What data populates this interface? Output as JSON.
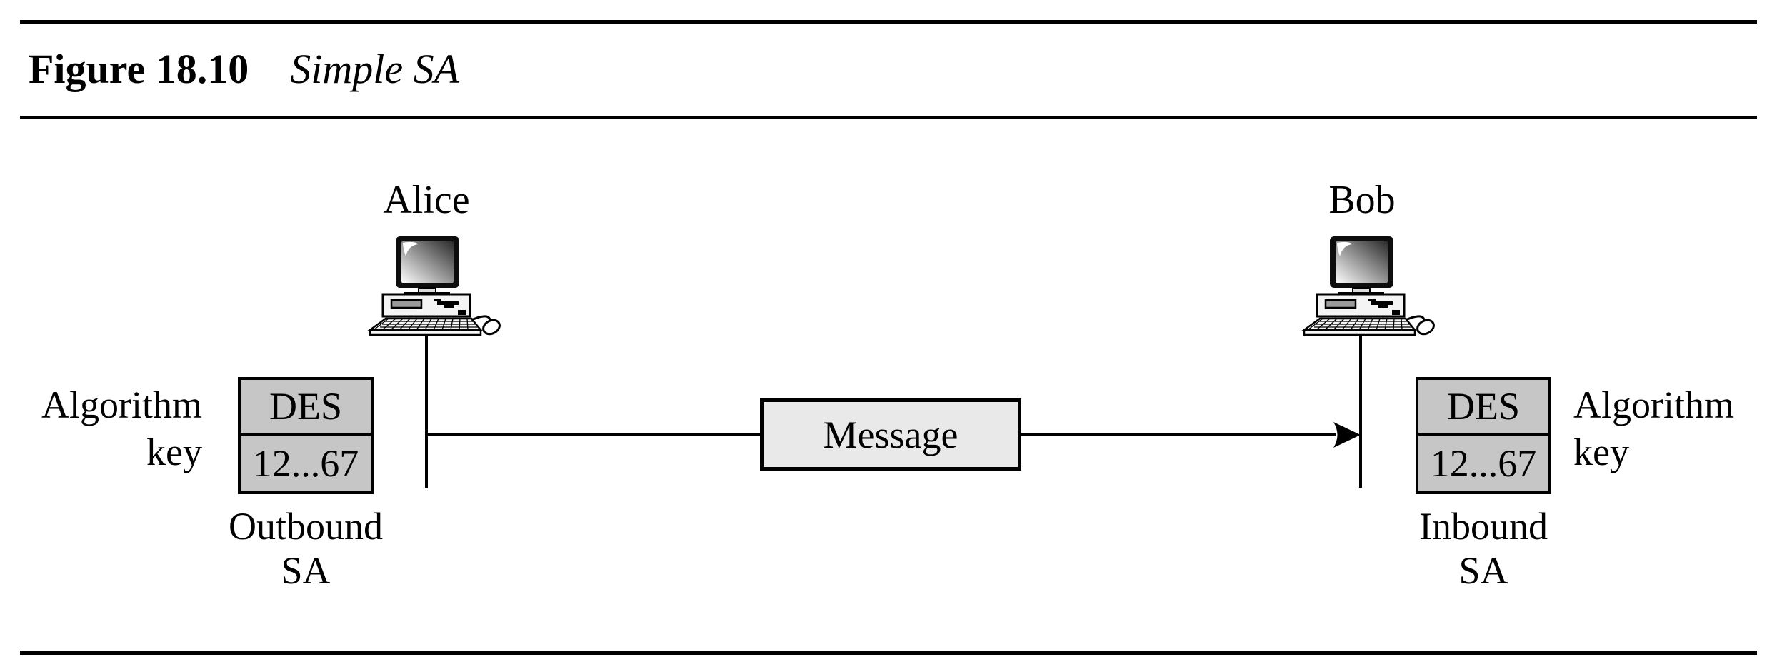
{
  "figure": {
    "label": "Figure 18.10",
    "caption": "Simple SA"
  },
  "hosts": {
    "alice": "Alice",
    "bob": "Bob"
  },
  "message": {
    "label": "Message"
  },
  "outbound_sa": {
    "key_label": [
      "Algorithm",
      "key"
    ],
    "algorithm": "DES",
    "key_value": "12...67",
    "caption": [
      "Outbound",
      "SA"
    ]
  },
  "inbound_sa": {
    "key_label": [
      "Algorithm",
      "key"
    ],
    "algorithm": "DES",
    "key_value": "12...67",
    "caption": [
      "Inbound",
      "SA"
    ]
  },
  "icons": {
    "alice_computer": "desktop-computer-icon",
    "bob_computer": "desktop-computer-icon",
    "arrowhead": "arrow-right-icon"
  },
  "colors": {
    "sa_box_fill": "#c6c6c6",
    "message_fill": "#e9e9e9",
    "line": "#000000"
  }
}
